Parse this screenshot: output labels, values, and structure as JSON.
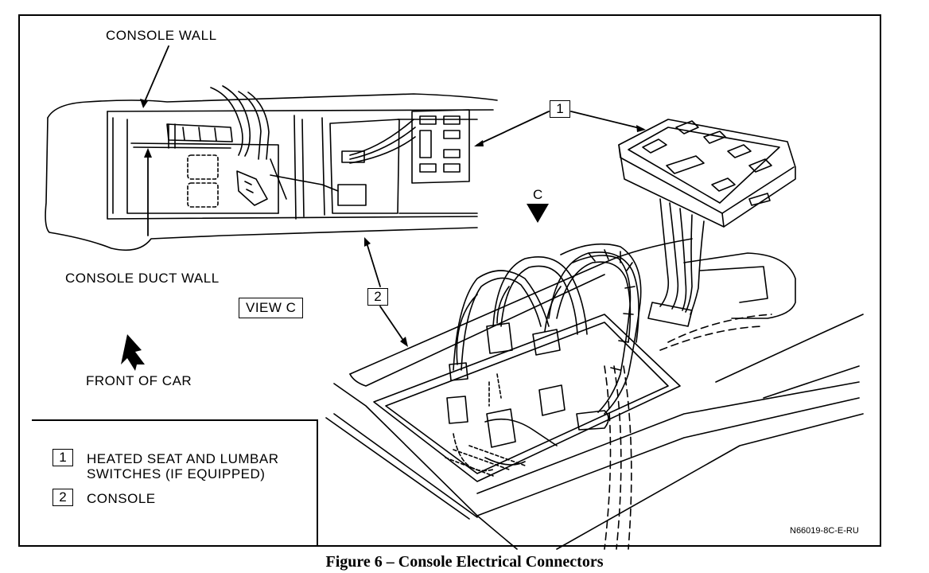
{
  "labels": {
    "console_wall": "CONSOLE WALL",
    "console_duct_wall": "CONSOLE DUCT WALL",
    "view_c": "VIEW C",
    "view_arrow": "C",
    "front_of_car": "FRONT OF CAR"
  },
  "callouts": [
    {
      "number": "1"
    },
    {
      "number": "2"
    }
  ],
  "legend": [
    {
      "number": "1",
      "line1": "HEATED SEAT AND LUMBAR",
      "line2": "SWITCHES (IF EQUIPPED)"
    },
    {
      "number": "2",
      "line1": "CONSOLE",
      "line2": ""
    }
  ],
  "figure_code": "N66019-8C-E-RU",
  "caption": "Figure 6 – Console Electrical Connectors"
}
